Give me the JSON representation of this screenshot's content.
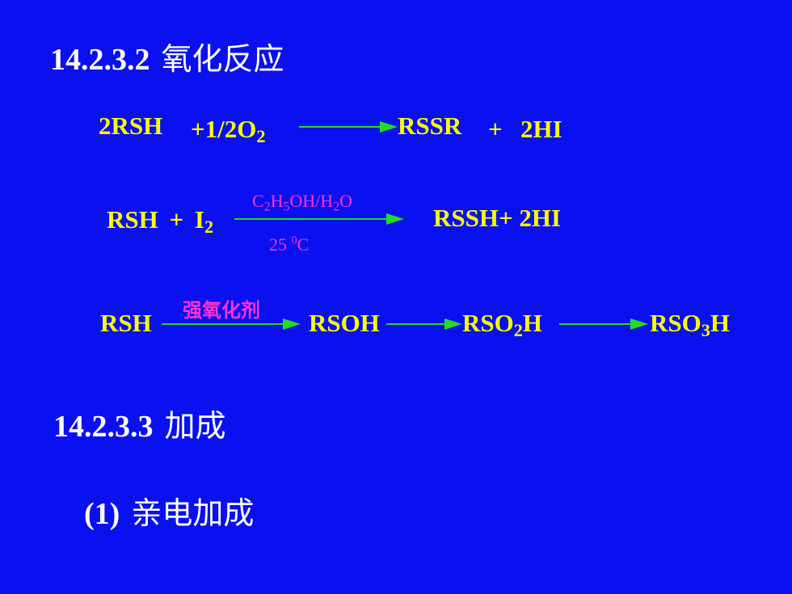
{
  "sections": [
    {
      "number": "14.2.3.2",
      "title": "氧化反应"
    },
    {
      "number": "14.2.3.3",
      "title": "加成"
    }
  ],
  "subsection": {
    "number": "(1)",
    "title": "亲电加成"
  },
  "reaction1": {
    "reactant1": "2RSH",
    "reactant2_prefix": "+1/2O",
    "reactant2_sub": "2",
    "product1": "RSSR",
    "plus": "+",
    "product2": "2HI"
  },
  "reaction2": {
    "reactant1": "RSH",
    "plus": "+",
    "reactant2": "I",
    "reactant2_sub": "2",
    "cond_top": {
      "a": "C",
      "s1": "2",
      "b": "H",
      "s2": "5",
      "c": "OH/H",
      "s3": "2",
      "d": "O"
    },
    "cond_bottom": {
      "value": "25 ",
      "sup": "0",
      "unit": "C"
    },
    "product": "RSSH+ 2HI"
  },
  "reaction3": {
    "condition": "强氧化剂",
    "step0": "RSH",
    "step1": "RSOH",
    "step2_pre": "RSO",
    "step2_sub": "2",
    "step2_post": "H",
    "step3_pre": "RSO",
    "step3_sub": "3",
    "step3_post": "H"
  },
  "colors": {
    "background": "#0A10F0",
    "heading": "#FFFFFF",
    "formula": "#FFFF00",
    "condition": "#FF33CC",
    "arrow": "#22DD22"
  }
}
